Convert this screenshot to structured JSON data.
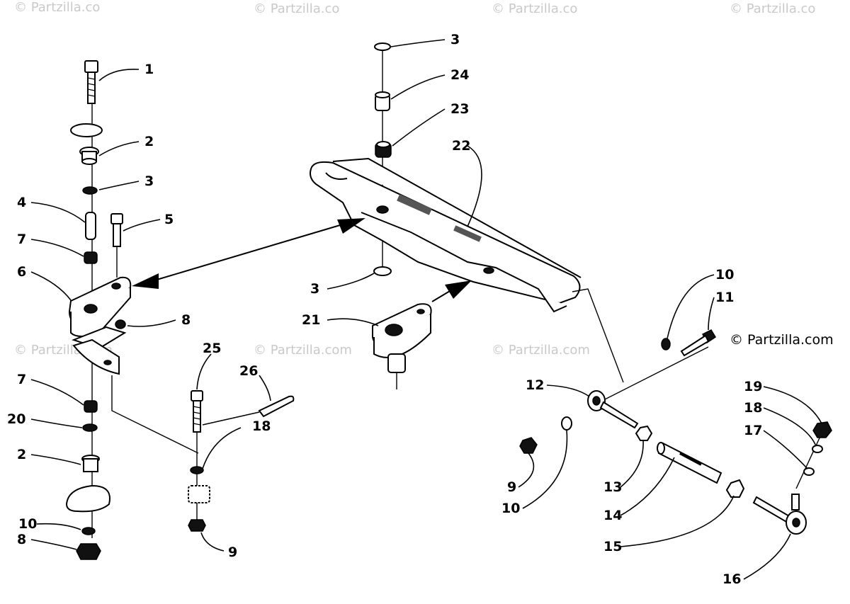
{
  "watermark": {
    "text": "© Partzilla.com",
    "faint": "© Partzilla.co"
  },
  "copyright": "© Partzilla.com",
  "callouts": [
    {
      "id": "c1",
      "label": "1"
    },
    {
      "id": "c2a",
      "label": "2"
    },
    {
      "id": "c3a",
      "label": "3"
    },
    {
      "id": "c4",
      "label": "4"
    },
    {
      "id": "c5",
      "label": "5"
    },
    {
      "id": "c7a",
      "label": "7"
    },
    {
      "id": "c6",
      "label": "6"
    },
    {
      "id": "c8a",
      "label": "8"
    },
    {
      "id": "c7b",
      "label": "7"
    },
    {
      "id": "c20",
      "label": "20"
    },
    {
      "id": "c2b",
      "label": "2"
    },
    {
      "id": "c10a",
      "label": "10"
    },
    {
      "id": "c8b",
      "label": "8"
    },
    {
      "id": "c25",
      "label": "25"
    },
    {
      "id": "c26",
      "label": "26"
    },
    {
      "id": "c18a",
      "label": "18"
    },
    {
      "id": "c9a",
      "label": "9"
    },
    {
      "id": "c3b",
      "label": "3"
    },
    {
      "id": "c24",
      "label": "24"
    },
    {
      "id": "c23",
      "label": "23"
    },
    {
      "id": "c22",
      "label": "22"
    },
    {
      "id": "c3c",
      "label": "3"
    },
    {
      "id": "c21",
      "label": "21"
    },
    {
      "id": "c10b",
      "label": "10"
    },
    {
      "id": "c11",
      "label": "11"
    },
    {
      "id": "c12",
      "label": "12"
    },
    {
      "id": "c9b",
      "label": "9"
    },
    {
      "id": "c10c",
      "label": "10"
    },
    {
      "id": "c13",
      "label": "13"
    },
    {
      "id": "c14",
      "label": "14"
    },
    {
      "id": "c15",
      "label": "15"
    },
    {
      "id": "c16",
      "label": "16"
    },
    {
      "id": "c19",
      "label": "19"
    },
    {
      "id": "c18b",
      "label": "18"
    },
    {
      "id": "c17",
      "label": "17"
    }
  ]
}
